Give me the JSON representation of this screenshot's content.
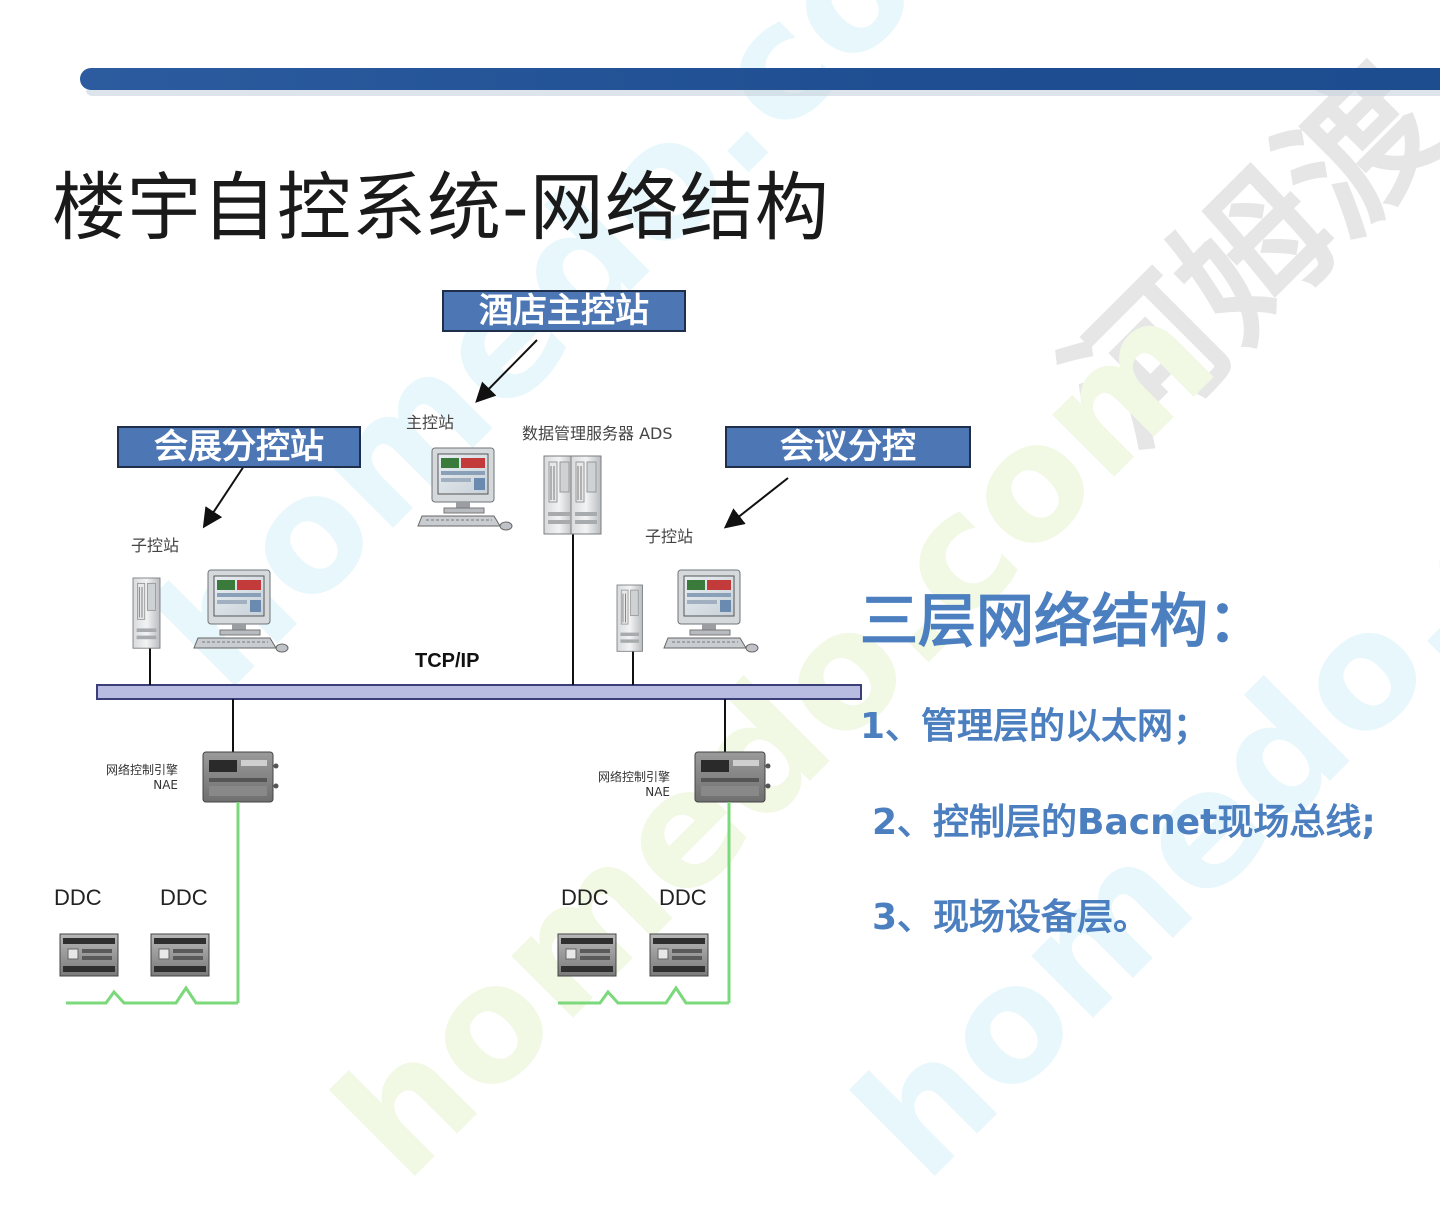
{
  "title": "楼宇自控系统-网络结构",
  "watermark": {
    "cn": "河姆渡",
    "en": "homedo.com"
  },
  "callouts": {
    "hotel_master": "酒店主控站",
    "exhibition_sub": "会展分控站",
    "meeting_sub": "会议分控"
  },
  "diagram": {
    "master_station": "主控站",
    "ads_server": "数据管理服务器 ADS",
    "sub_station_left": "子控站",
    "sub_station_right": "子控站",
    "network": "TCP/IP",
    "nae_left_line1": "网络控制引擎",
    "nae_left_line2": "NAE",
    "nae_right_line1": "网络控制引擎",
    "nae_right_line2": "NAE",
    "ddc_labels": [
      "DDC",
      "DDC",
      "DDC",
      "DDC"
    ]
  },
  "side_panel": {
    "heading": "三层网络结构：",
    "items": [
      "1、管理层的以太网；",
      "2、控制层的Bacnet现场总线;",
      "3、现场设备层。"
    ]
  },
  "colors": {
    "bar_blue": "#2c5c9f",
    "label_fill": "#4c76b4",
    "side_text": "#4b7fc0",
    "fieldbus_green": "#7bd87b"
  }
}
